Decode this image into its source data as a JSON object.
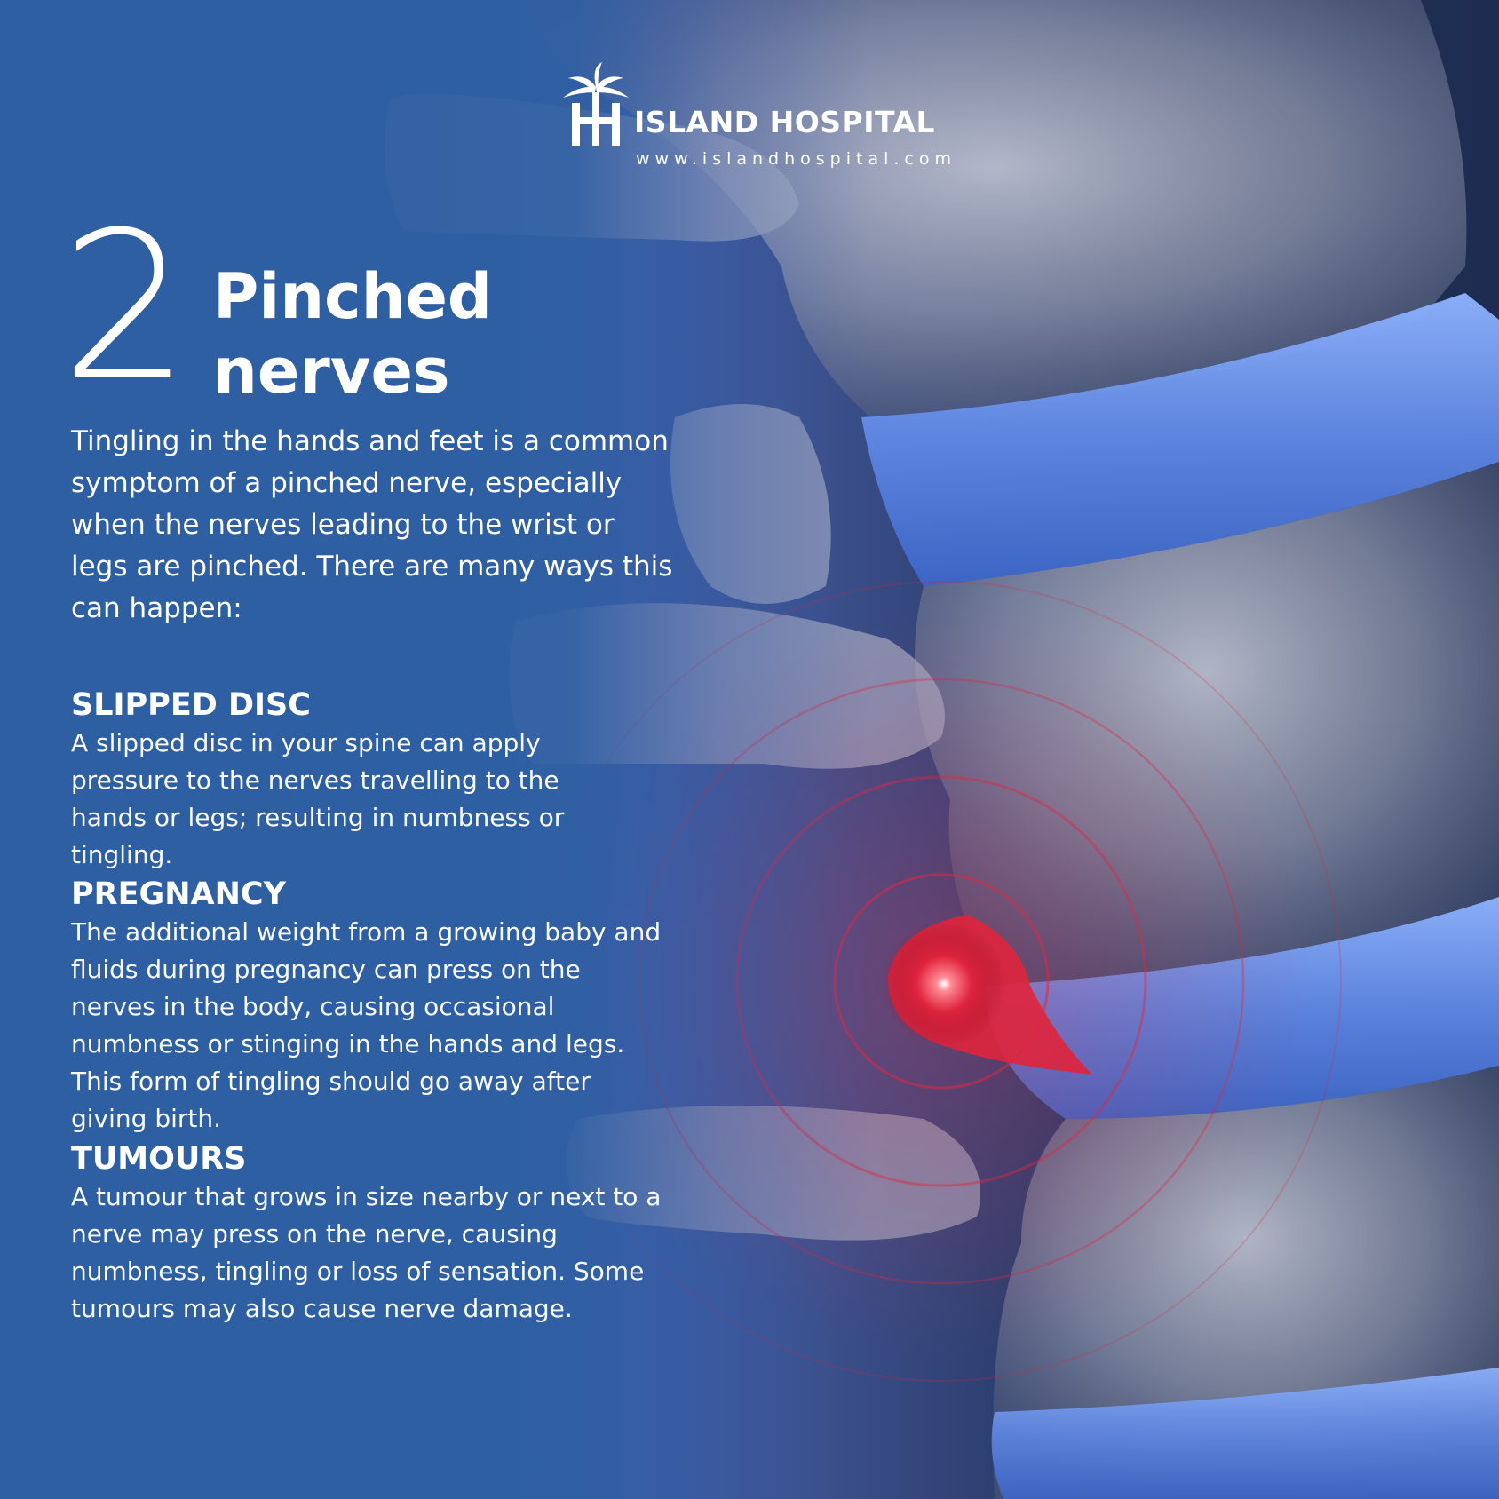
{
  "brand": {
    "name": "ISLAND HOSPITAL",
    "url": "www.islandhospital.com",
    "logo_icon": "palm-tree-h-icon"
  },
  "heading": {
    "number": "2",
    "title": "Pinched\nnerves"
  },
  "intro": "Tingling in the hands and feet is a common symptom of a pinched nerve, especially when the nerves leading to the wrist or legs are pinched. There are many ways this can happen:",
  "sections": [
    {
      "title": "SLIPPED DISC",
      "body": "A slipped disc in your spine can apply pressure to the nerves travelling to the hands or legs; resulting in numbness or tingling."
    },
    {
      "title": "PREGNANCY",
      "body": "The additional weight from a growing baby and fluids during pregnancy can press on the nerves in the body, causing occasional numbness or stinging in the hands and legs. This form of tingling should go away after giving birth."
    },
    {
      "title": "TUMOURS",
      "body": "A tumour that grows in size nearby or next to a nerve may press on the nerve, causing numbness, tingling or loss of sensation. Some tumours may also cause nerve damage."
    }
  ],
  "colors": {
    "background_blue": "#2f5fa3",
    "disc_blue": "#6f9be8",
    "pain_red": "#e0233c",
    "text": "#ffffff"
  }
}
